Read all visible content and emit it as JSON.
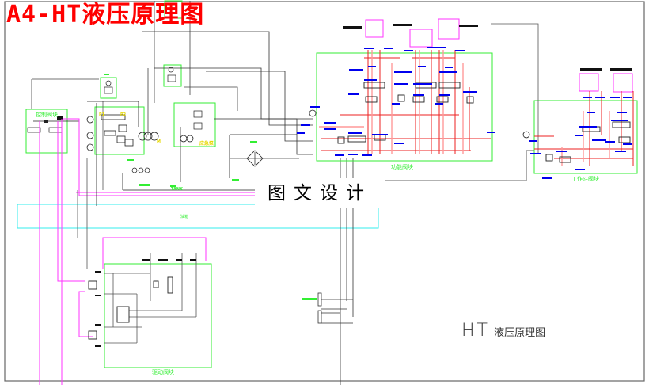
{
  "title": "A4-HT液压原理图",
  "watermark": "图文设计",
  "drawing_title": {
    "code": "HT",
    "name": "液压原理图"
  },
  "blocks": {
    "control_valve": "控制阀块",
    "function_valve": "功能阀块",
    "work_bucket_valve": "工作斗阀块",
    "drive_valve": "驱动阀块",
    "emergency_pump": "应急泵",
    "tank_strip": "油箱",
    "tank": "TANK"
  },
  "port_labels": {
    "p1": "P1",
    "p2": "P2",
    "pump_m": "M"
  },
  "colors": {
    "title": "#ff0000",
    "block_border": "#33ee33",
    "cylinder_frame": "#ff33ff",
    "pipe_pressure": "#ee2222",
    "pipe_return": "#ff9999",
    "port_marker": "#0000ee",
    "line": "#222222",
    "tank_strip": "#33eeee",
    "pilot_line": "#ff33ff"
  }
}
